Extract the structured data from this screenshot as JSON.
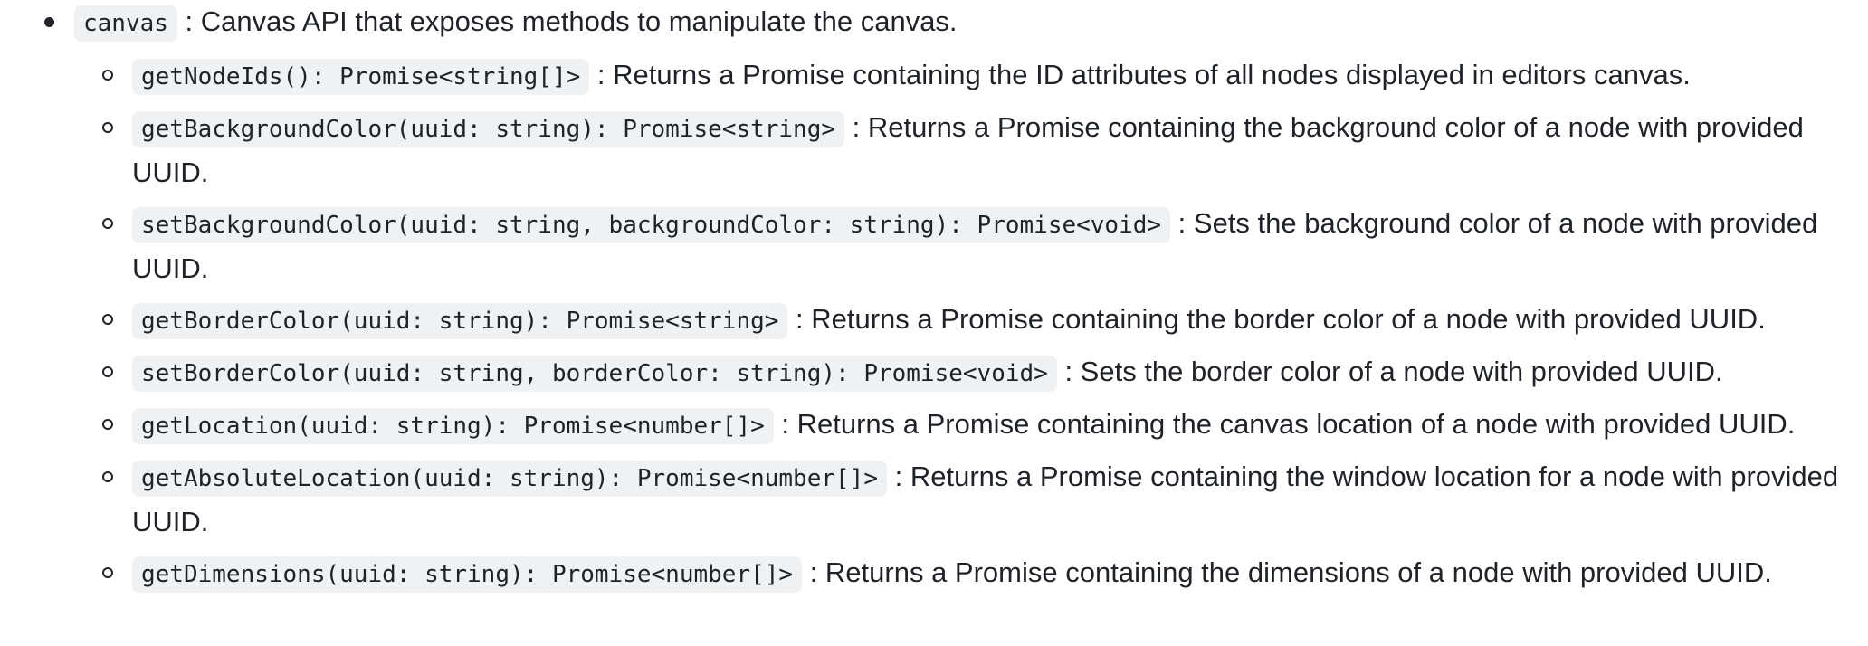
{
  "canvas_item": {
    "code": "canvas",
    "description": ": Canvas API that exposes methods to manipulate the canvas."
  },
  "methods": [
    {
      "code": "getNodeIds(): Promise<string[]>",
      "description": ": Returns a Promise containing the ID attributes of all nodes displayed in editors canvas."
    },
    {
      "code": "getBackgroundColor(uuid: string): Promise<string>",
      "description": ": Returns a Promise containing the background color of a node with provided UUID."
    },
    {
      "code": "setBackgroundColor(uuid: string, backgroundColor: string): Promise<void>",
      "description": ": Sets the background color of a node with provided UUID."
    },
    {
      "code": "getBorderColor(uuid: string): Promise<string>",
      "description": ": Returns a Promise containing the border color of a node with provided UUID."
    },
    {
      "code": "setBorderColor(uuid: string, borderColor: string): Promise<void>",
      "description": ": Sets the border color of a node with provided UUID."
    },
    {
      "code": "getLocation(uuid: string): Promise<number[]>",
      "description": ": Returns a Promise containing the canvas location of a node with provided UUID."
    },
    {
      "code": "getAbsoluteLocation(uuid: string): Promise<number[]>",
      "description": ": Returns a Promise containing the window location for a node with provided UUID."
    },
    {
      "code": "getDimensions(uuid: string): Promise<number[]>",
      "description": ": Returns a Promise containing the dimensions of a node with provided UUID."
    }
  ]
}
